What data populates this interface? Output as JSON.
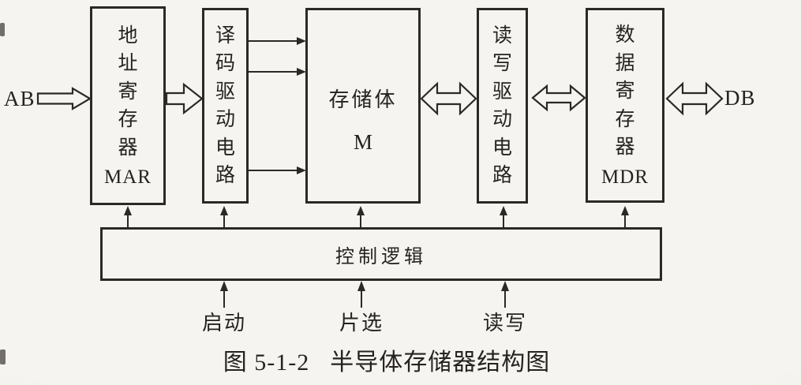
{
  "figure": {
    "caption_number": "图 5-1-2",
    "caption_text": "半导体存储器结构图",
    "buses": {
      "address_bus": "AB",
      "data_bus": "DB"
    },
    "blocks": {
      "mar": {
        "label": "地址寄存器",
        "abbr": "MAR"
      },
      "decoder_driver": {
        "label": "译码驱动电路"
      },
      "memory_bank": {
        "label": "存储体",
        "abbr": "M"
      },
      "read_write_driver": {
        "label": "读写驱动电路"
      },
      "mdr": {
        "label": "数据寄存器",
        "abbr": "MDR"
      },
      "control_logic": {
        "label": "控制逻辑"
      }
    },
    "control_inputs": [
      {
        "label": "启动"
      },
      {
        "label": "片选"
      },
      {
        "label": "读写"
      }
    ],
    "colors": {
      "background": "#f6f4f0",
      "line": "#2c2925",
      "text": "#25221f"
    }
  }
}
